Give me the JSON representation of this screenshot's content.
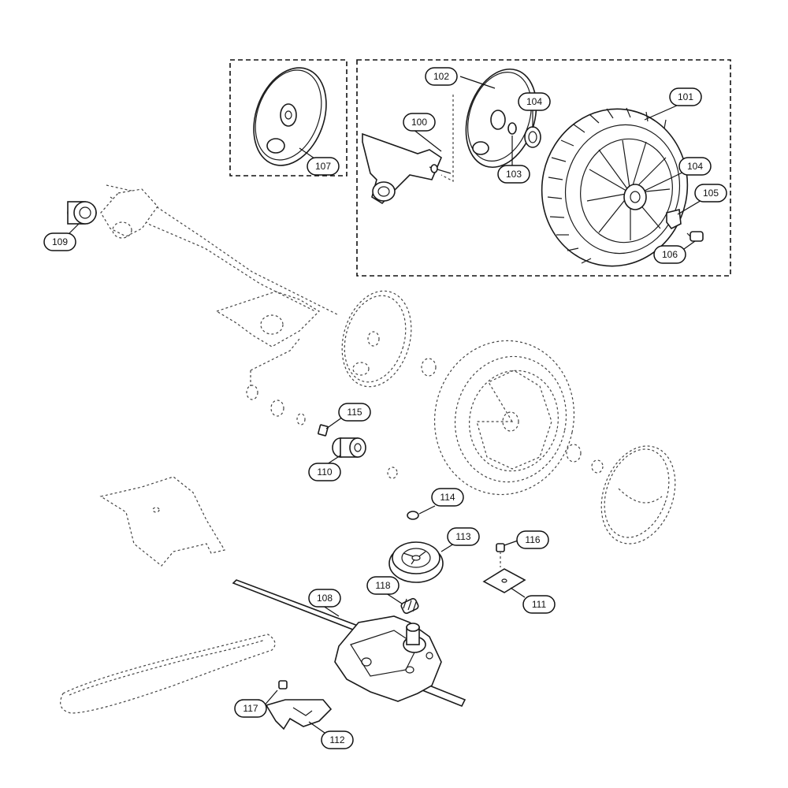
{
  "callouts": [
    {
      "id": "c100",
      "label": "100"
    },
    {
      "id": "c101",
      "label": "101"
    },
    {
      "id": "c102",
      "label": "102"
    },
    {
      "id": "c103",
      "label": "103"
    },
    {
      "id": "c104a",
      "label": "104"
    },
    {
      "id": "c104b",
      "label": "104"
    },
    {
      "id": "c105",
      "label": "105"
    },
    {
      "id": "c106",
      "label": "106"
    },
    {
      "id": "c107",
      "label": "107"
    },
    {
      "id": "c108",
      "label": "108"
    },
    {
      "id": "c109",
      "label": "109"
    },
    {
      "id": "c110",
      "label": "110"
    },
    {
      "id": "c111",
      "label": "111"
    },
    {
      "id": "c112",
      "label": "112"
    },
    {
      "id": "c113",
      "label": "113"
    },
    {
      "id": "c114",
      "label": "114"
    },
    {
      "id": "c115",
      "label": "115"
    },
    {
      "id": "c116",
      "label": "116"
    },
    {
      "id": "c117",
      "label": "117"
    },
    {
      "id": "c118",
      "label": "118"
    }
  ]
}
